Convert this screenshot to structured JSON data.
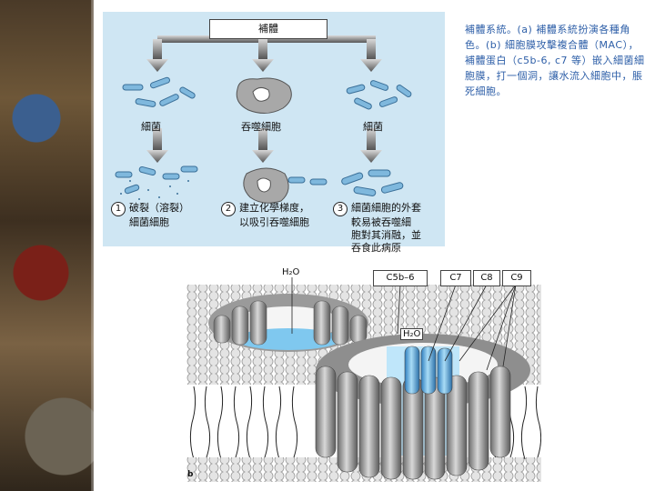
{
  "panel_a": {
    "top_label": "補體",
    "col_labels": [
      "細菌",
      "吞噬細胞",
      "細菌"
    ],
    "steps": [
      {
        "num": "1",
        "line1": "破裂（溶裂）",
        "line2": "細菌細胞"
      },
      {
        "num": "2",
        "line1": "建立化學梯度，",
        "line2": "以吸引吞噬細胞"
      },
      {
        "num": "3",
        "line1": "細菌細胞的外套",
        "line2": "較易被吞噬細",
        "line3": "胞對其消融，並",
        "line4": "吞食此病原"
      }
    ]
  },
  "caption": "補體系統。(a) 補體系統扮演各種角色。(b) 細胞膜攻擊複合體（MAC），補體蛋白（c5b-6, c7 等）嵌入細菌細胞膜，打一個洞，讓水流入細胞中，脹死細胞。",
  "panel_b": {
    "water_label_top": "H₂O",
    "water_label_inner": "H₂O",
    "box_labels": [
      "C5b–6",
      "C7",
      "C8",
      "C9"
    ],
    "panel_letter": "b"
  }
}
